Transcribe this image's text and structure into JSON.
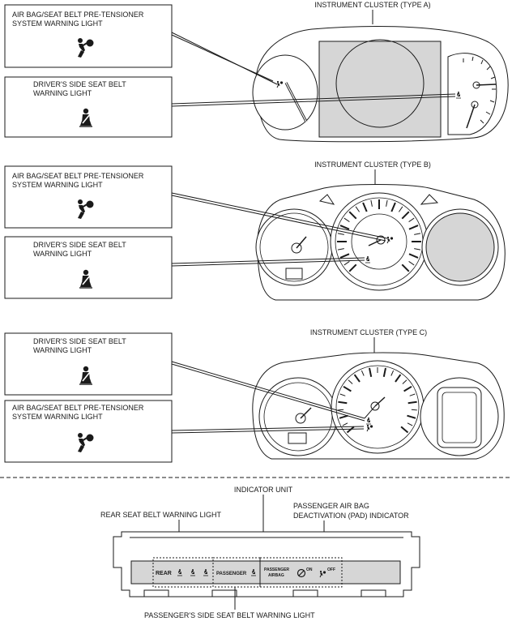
{
  "cluster_a": {
    "title": "INSTRUMENT CLUSTER (TYPE A)",
    "airbag_box": {
      "line1": "AIR BAG/SEAT BELT PRE-TENSIONER",
      "line2": "SYSTEM WARNING LIGHT"
    },
    "seatbelt_box": {
      "line1": "DRIVER'S SIDE SEAT BELT",
      "line2": "WARNING LIGHT"
    }
  },
  "cluster_b": {
    "title": "INSTRUMENT CLUSTER (TYPE B)",
    "airbag_box": {
      "line1": "AIR BAG/SEAT BELT PRE-TENSIONER",
      "line2": "SYSTEM WARNING LIGHT"
    },
    "seatbelt_box": {
      "line1": "DRIVER'S SIDE SEAT BELT",
      "line2": "WARNING LIGHT"
    }
  },
  "cluster_c": {
    "title": "INSTRUMENT CLUSTER (TYPE C)",
    "seatbelt_box": {
      "line1": "DRIVER'S SIDE SEAT BELT",
      "line2": "WARNING LIGHT"
    },
    "airbag_box": {
      "line1": "AIR BAG/SEAT BELT PRE-TENSIONER",
      "line2": "SYSTEM WARNING LIGHT"
    }
  },
  "indicator_unit": {
    "title": "INDICATOR UNIT",
    "rear_callout": "REAR SEAT BELT WARNING LIGHT",
    "pad_callout_line1": "PASSENGER AIR BAG",
    "pad_callout_line2": "DEACTIVATION (PAD) INDICATOR",
    "passenger_callout": "PASSENGER'S SIDE SEAT BELT WARNING LIGHT",
    "panel": {
      "rear": "REAR",
      "passenger": "PASSENGER",
      "pad_line1": "PASSENGER",
      "pad_line2": "AIRBAG",
      "on": "ON",
      "off": "OFF"
    }
  },
  "icons": {
    "airbag": "airbag-warning-icon",
    "seatbelt": "seatbelt-warning-icon"
  }
}
